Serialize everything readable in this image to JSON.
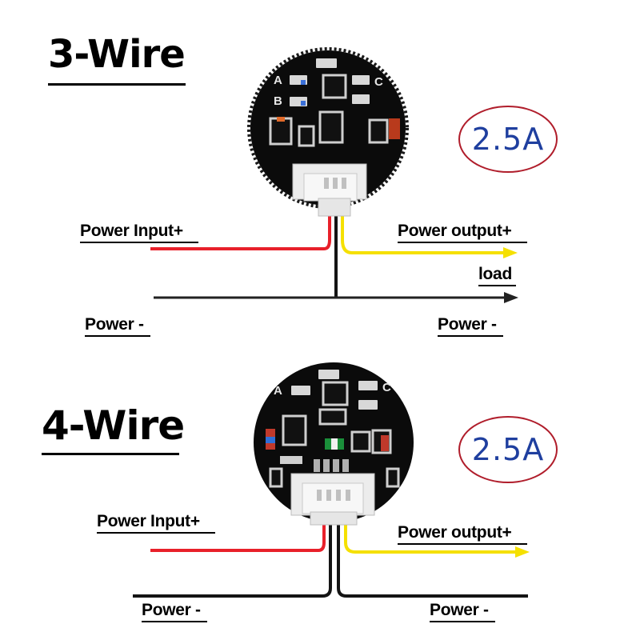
{
  "three_wire": {
    "title": "3-Wire",
    "current_badge": "2.5A",
    "labels": {
      "power_input": "Power Input+",
      "power_output": "Power output+",
      "load": "load",
      "power_minus_left": "Power -",
      "power_minus_right": "Power -"
    },
    "board_markings": {
      "a": "A",
      "b": "B",
      "c": "C"
    }
  },
  "four_wire": {
    "title": "4-Wire",
    "current_badge": "2.5A",
    "labels": {
      "power_input": "Power Input+",
      "power_output": "Power output+",
      "power_minus_left": "Power -",
      "power_minus_right": "Power -"
    },
    "board_markings": {
      "a": "A",
      "c": "C"
    }
  },
  "colors": {
    "pcb": "#0b0b0b",
    "wire_red": "#e8202a",
    "wire_yellow": "#f5e000",
    "wire_black": "#141414",
    "badge_border": "#b01d2b",
    "badge_text": "#1f3f9f",
    "connector": "#ececec"
  }
}
